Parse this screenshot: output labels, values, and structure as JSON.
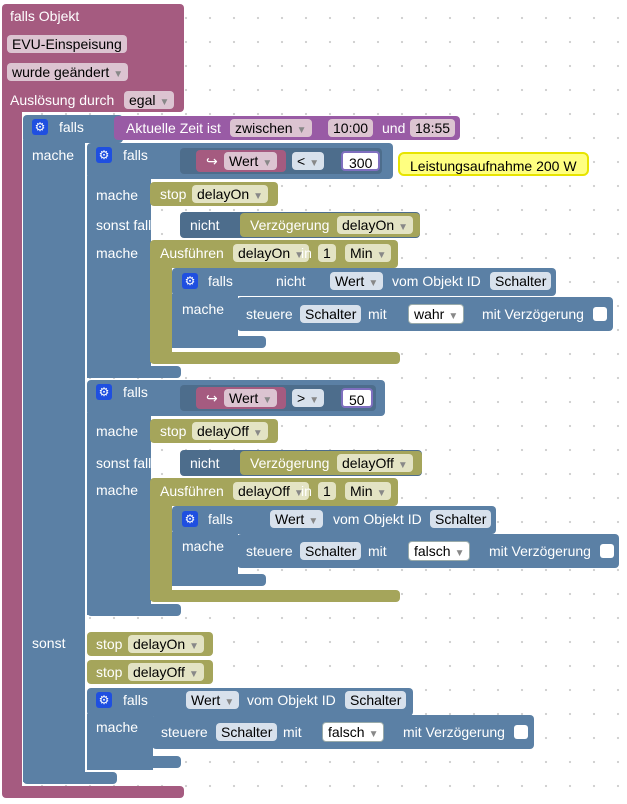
{
  "trigger": {
    "title": "falls Objekt",
    "object": "EVU-Einspeisung",
    "condition": "wurde geändert",
    "trigger_label": "Auslösung durch",
    "trigger_value": "egal"
  },
  "outer_if": {
    "if_label": "falls",
    "time_label": "Aktuelle Zeit ist",
    "time_mode": "zwischen",
    "time_from": "10:00",
    "and_label": "und",
    "time_to": "18:55",
    "do_label": "mache",
    "else_label": "sonst"
  },
  "if_high": {
    "if_label": "falls",
    "value_label": "Wert",
    "op": "<",
    "threshold": "300",
    "comment": "Leistungsaufnahme 200 W",
    "do_label": "mache",
    "stop_label": "stop",
    "stop_timer": "delayOn",
    "elseif_label": "sonst falls",
    "not_label": "nicht",
    "delay_label": "Verzögerung",
    "delay_timer": "delayOn",
    "do2_label": "mache",
    "run_label": "Ausführen",
    "run_timer": "delayOn",
    "in_label": "in",
    "run_amount": "1",
    "run_unit": "Min",
    "inner_if": "falls",
    "inner_not": "nicht",
    "inner_value": "Wert",
    "inner_of": "vom Objekt ID",
    "inner_obj": "Schalter",
    "inner_do": "mache",
    "set_label": "steuere",
    "set_obj": "Schalter",
    "with_label": "mit",
    "set_value": "wahr",
    "delay_flag": "mit Verzögerung"
  },
  "if_low": {
    "if_label": "falls",
    "value_label": "Wert",
    "op": ">",
    "threshold": "50",
    "do_label": "mache",
    "stop_label": "stop",
    "stop_timer": "delayOff",
    "elseif_label": "sonst falls",
    "not_label": "nicht",
    "delay_label": "Verzögerung",
    "delay_timer": "delayOff",
    "do2_label": "mache",
    "run_label": "Ausführen",
    "run_timer": "delayOff",
    "in_label": "in",
    "run_amount": "1",
    "run_unit": "Min",
    "inner_if": "falls",
    "inner_value": "Wert",
    "inner_of": "vom Objekt ID",
    "inner_obj": "Schalter",
    "inner_do": "mache",
    "set_label": "steuere",
    "set_obj": "Schalter",
    "with_label": "mit",
    "set_value": "falsch",
    "delay_flag": "mit Verzögerung"
  },
  "else_branch": {
    "stop1_label": "stop",
    "stop1_timer": "delayOn",
    "stop2_label": "stop",
    "stop2_timer": "delayOff",
    "if_label": "falls",
    "value_label": "Wert",
    "of_label": "vom Objekt ID",
    "obj": "Schalter",
    "do_label": "mache",
    "set_label": "steuere",
    "set_obj": "Schalter",
    "with_label": "mit",
    "set_value": "falsch",
    "delay_flag": "mit Verzögerung"
  },
  "colors": {
    "trigger": "#a55b80",
    "logic": "#5b80a5",
    "timer": "#a5a55b",
    "time": "#995ba5",
    "comment": "#ffff80",
    "gear": "#1f4fe0"
  },
  "icons": [
    "gear-icon",
    "return-arrow-icon",
    "dropdown-arrow-icon",
    "checkbox-icon"
  ]
}
